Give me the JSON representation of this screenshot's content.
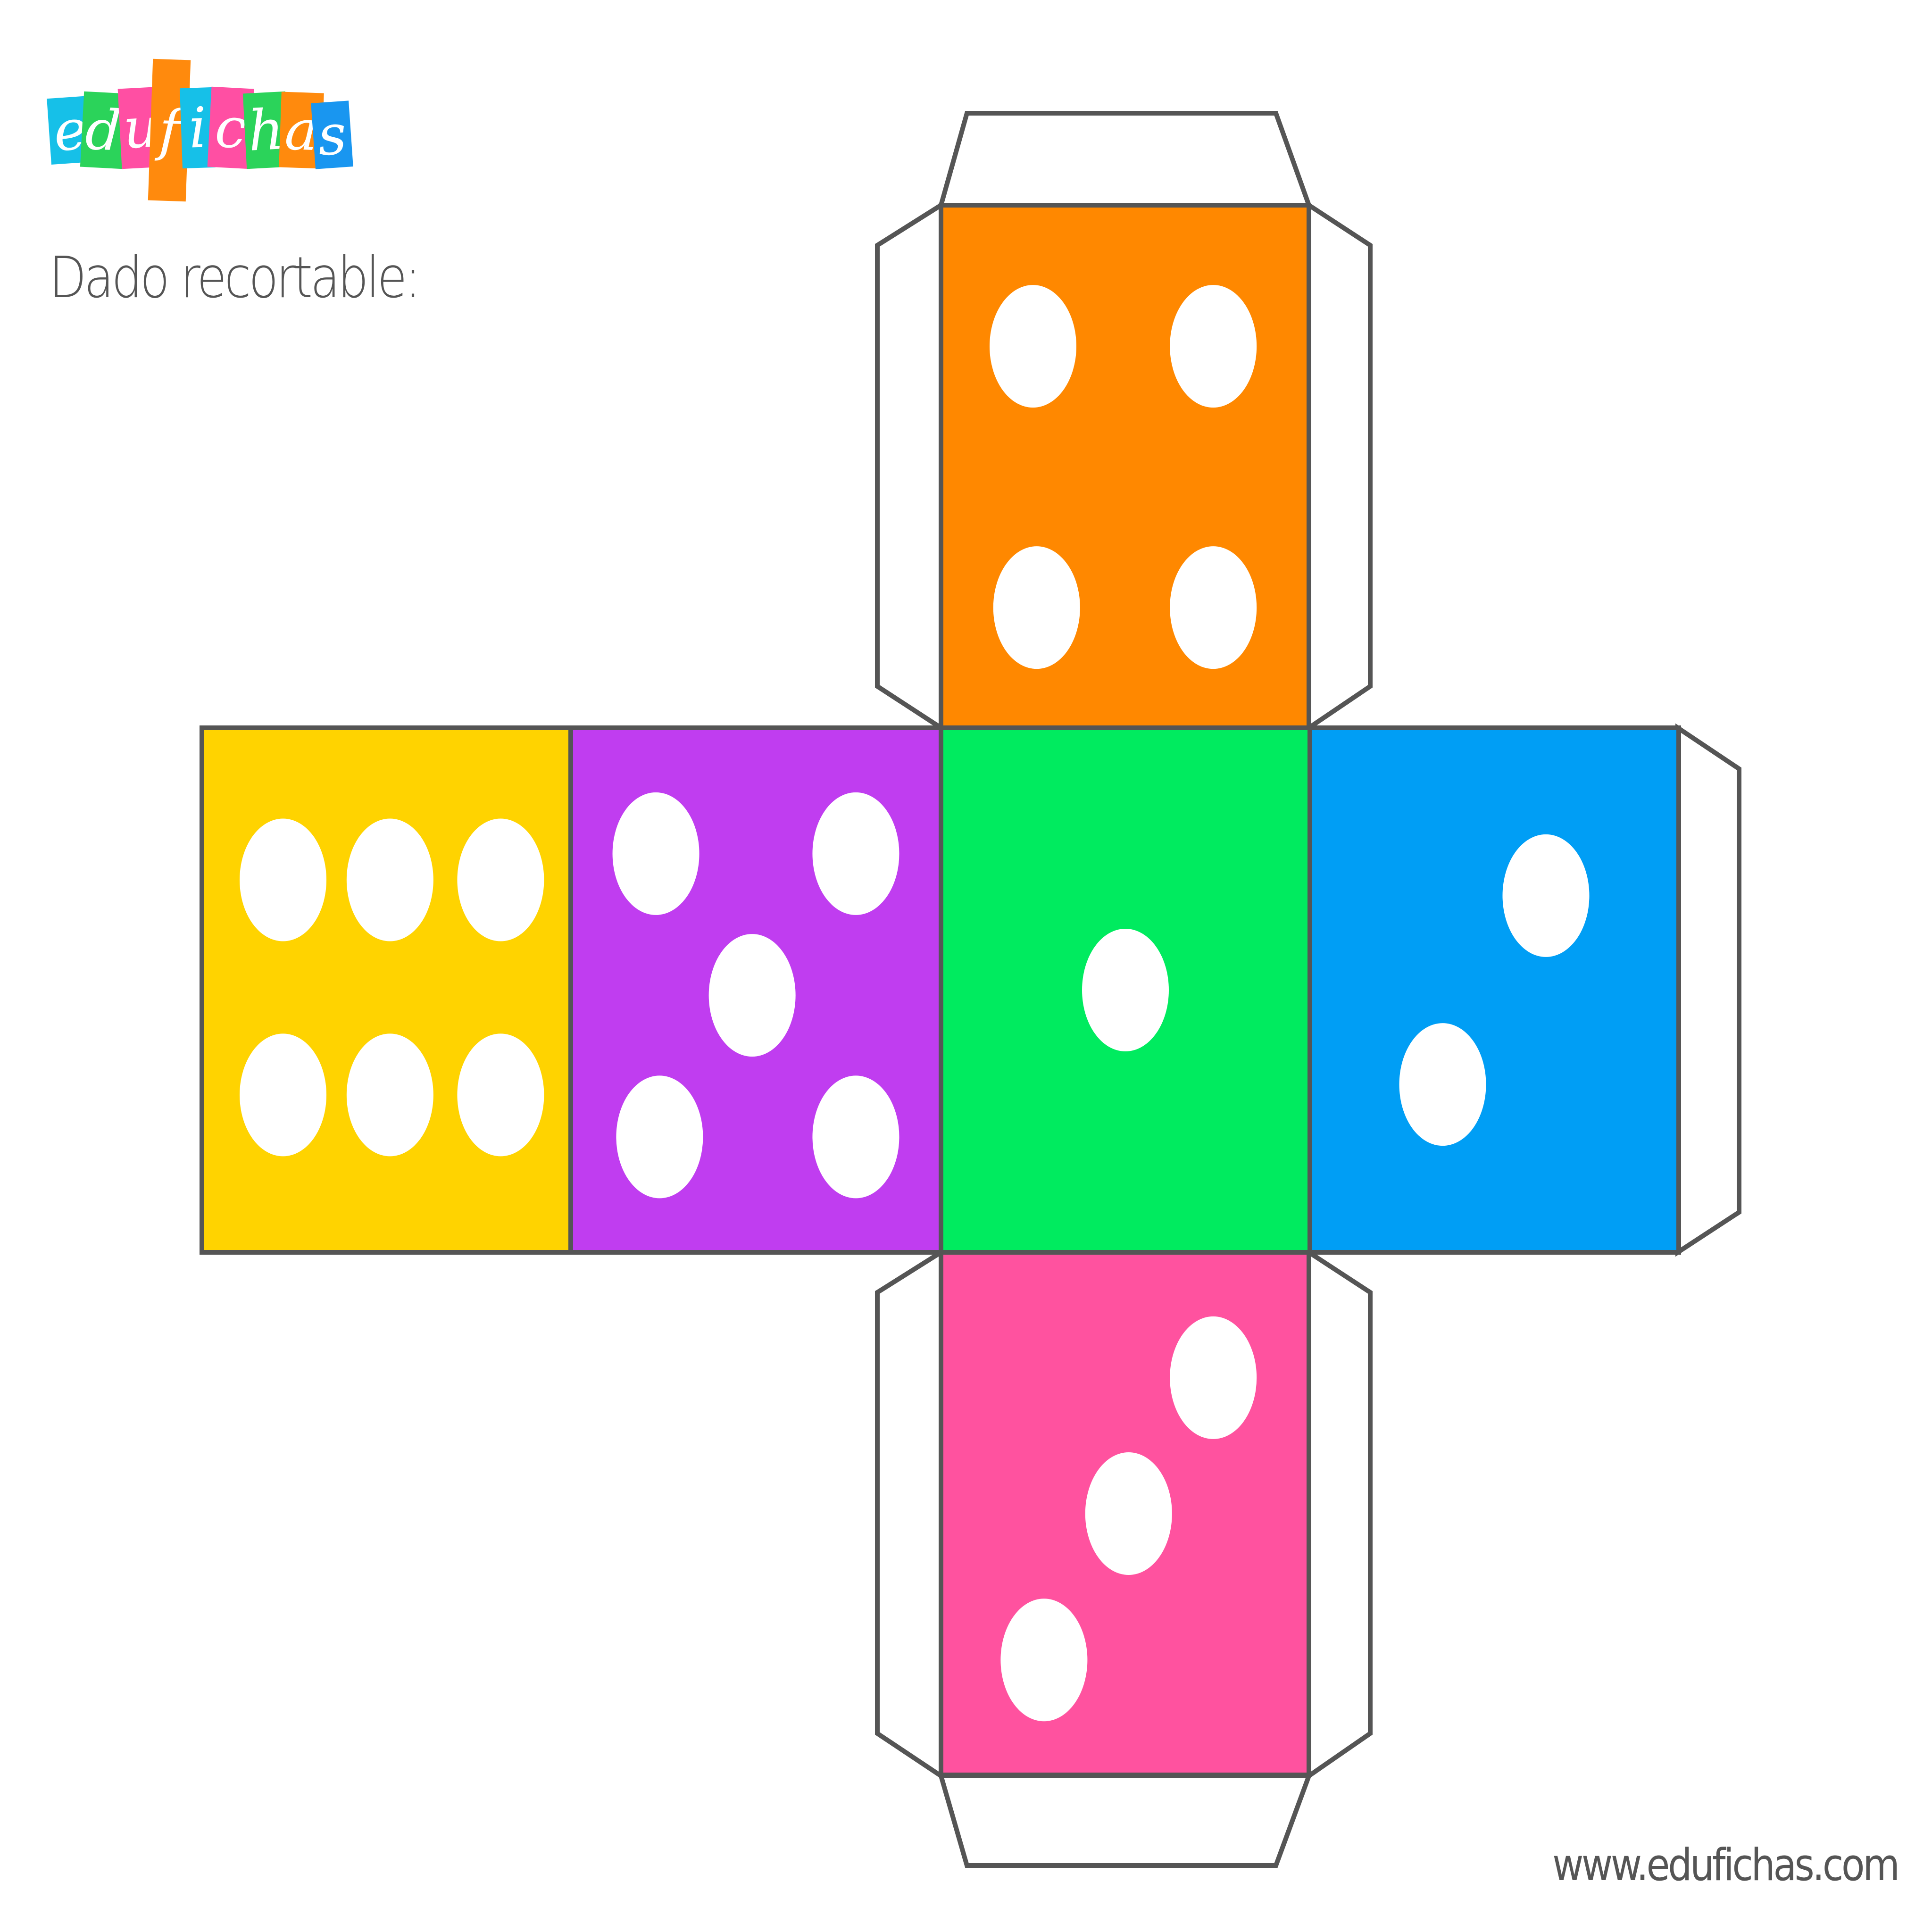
{
  "logo": {
    "name": "edufichas",
    "letters": [
      {
        "text": "e",
        "color": "#16C0E8"
      },
      {
        "text": "d",
        "color": "#2BD35A"
      },
      {
        "text": "u",
        "color": "#FF4FA3"
      },
      {
        "text": "f",
        "color": "#FF8A0D"
      },
      {
        "text": "i",
        "color": "#16C0E8"
      },
      {
        "text": "c",
        "color": "#FF4FA3"
      },
      {
        "text": "h",
        "color": "#2BD35A"
      },
      {
        "text": "a",
        "color": "#FF8A0D"
      },
      {
        "text": "s",
        "color": "#1996F0"
      }
    ]
  },
  "subtitle": "Dado recortable:",
  "footer_url": "www.edufichas.com",
  "colors": {
    "outline": "#555555",
    "pip": "#ffffff",
    "tab_fill": "#ffffff"
  },
  "faces": [
    {
      "id": "top",
      "pips": 4,
      "color": "#FF8800"
    },
    {
      "id": "left-far",
      "pips": 6,
      "color": "#FFD300"
    },
    {
      "id": "left",
      "pips": 5,
      "color": "#C03DF0"
    },
    {
      "id": "center",
      "pips": 1,
      "color": "#00EB5F"
    },
    {
      "id": "right",
      "pips": 2,
      "color": "#009EF5"
    },
    {
      "id": "bottom",
      "pips": 3,
      "color": "#FF529F"
    }
  ]
}
